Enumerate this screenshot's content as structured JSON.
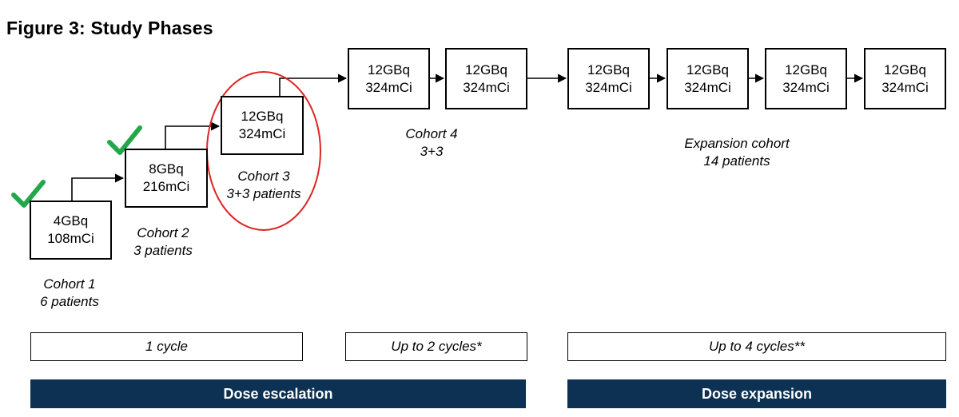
{
  "title": "Figure 3: Study Phases",
  "colors": {
    "phase_bar": "#0d3153",
    "checkmark": "#22a84a",
    "highlight_ellipse": "#e02424",
    "box_border": "#000000"
  },
  "cohorts": [
    {
      "dose_gbq": "4GBq",
      "dose_mci": "108mCi",
      "name": "Cohort 1",
      "size": "6 patients",
      "completed": true
    },
    {
      "dose_gbq": "8GBq",
      "dose_mci": "216mCi",
      "name": "Cohort 2",
      "size": "3 patients",
      "completed": true
    },
    {
      "dose_gbq": "12GBq",
      "dose_mci": "324mCi",
      "name": "Cohort 3",
      "size": "3+3 patients",
      "highlighted": true
    }
  ],
  "cohort4": {
    "name": "Cohort 4",
    "size": "3+3",
    "cycles": [
      {
        "dose_gbq": "12GBq",
        "dose_mci": "324mCi"
      },
      {
        "dose_gbq": "12GBq",
        "dose_mci": "324mCi"
      }
    ]
  },
  "expansion": {
    "name": "Expansion cohort",
    "size": "14 patients",
    "cycles": [
      {
        "dose_gbq": "12GBq",
        "dose_mci": "324mCi"
      },
      {
        "dose_gbq": "12GBq",
        "dose_mci": "324mCi"
      },
      {
        "dose_gbq": "12GBq",
        "dose_mci": "324mCi"
      },
      {
        "dose_gbq": "12GBq",
        "dose_mci": "324mCi"
      }
    ]
  },
  "cycle_bars": [
    "1 cycle",
    "Up to 2 cycles*",
    "Up to 4 cycles**"
  ],
  "phases": [
    "Dose escalation",
    "Dose expansion"
  ]
}
